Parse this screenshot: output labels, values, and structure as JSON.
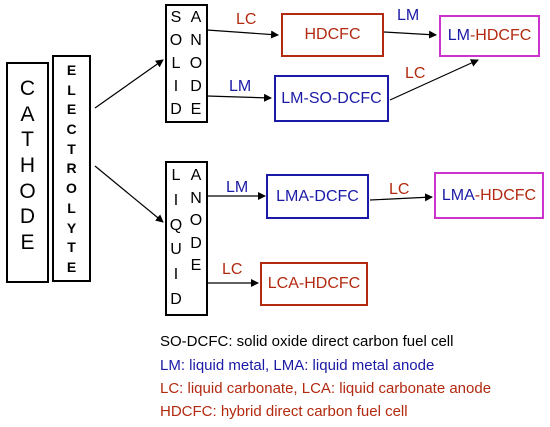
{
  "colors": {
    "black": "#000000",
    "blue": "#1a1aa6",
    "red": "#b22a10",
    "purple": "#cc33cc"
  },
  "cathode": {
    "letters": [
      "C",
      "A",
      "T",
      "H",
      "O",
      "D",
      "E"
    ]
  },
  "electrolyte": {
    "letters": [
      "E",
      "L",
      "E",
      "C",
      "T",
      "R",
      "O",
      "L",
      "Y",
      "T",
      "E"
    ]
  },
  "solid_anode": {
    "left_letters": [
      "S",
      "O",
      "L",
      "I",
      "D"
    ],
    "right_letters": [
      "A",
      "N",
      "O",
      "D",
      "E"
    ]
  },
  "liquid_anode": {
    "left_letters": [
      "L",
      "I",
      "Q",
      "U",
      "I",
      "D"
    ],
    "right_letters": [
      "A",
      "N",
      "O",
      "D",
      "E"
    ]
  },
  "edge_labels": {
    "lc_1": "LC",
    "lm_1": "LM",
    "lm_2": "LM",
    "lc_2": "LC",
    "lm_3": "LM",
    "lc_3": "LC",
    "lc_4": "LC"
  },
  "nodes": {
    "hdcfc": "HDCFC",
    "lm_hdcfc_prefix": "LM",
    "lm_hdcfc_suffix": "-HDCFC",
    "lm_so_dcfc": "LM-SO-DCFC",
    "lma_dcfc": "LMA-DCFC",
    "lma_hdcfc_prefix": "LMA",
    "lma_hdcfc_suffix": "-HDCFC",
    "lca_hdcfc": "LCA-HDCFC"
  },
  "legend": {
    "line1": "SO-DCFC: solid oxide direct carbon fuel cell",
    "line2": "LM: liquid metal, LMA: liquid metal anode",
    "line3": "LC: liquid carbonate, LCA: liquid carbonate anode",
    "line4": "HDCFC: hybrid direct carbon fuel cell"
  }
}
